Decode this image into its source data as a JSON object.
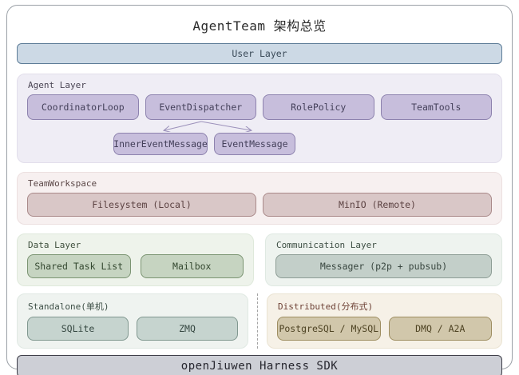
{
  "title": "AgentTeam 架构总览",
  "user_layer": {
    "label": "User Layer"
  },
  "agent_layer": {
    "label": "Agent Layer",
    "components": [
      "CoordinatorLoop",
      "EventDispatcher",
      "RolePolicy",
      "TeamTools"
    ],
    "messages": [
      "InnerEventMessage",
      "EventMessage"
    ]
  },
  "team_workspace": {
    "label": "TeamWorkspace",
    "components": [
      "Filesystem (Local)",
      "MinIO (Remote)"
    ]
  },
  "data_layer": {
    "label": "Data Layer",
    "components": [
      "Shared Task List",
      "Mailbox"
    ]
  },
  "communication_layer": {
    "label": "Communication Layer",
    "components": [
      "Messager (p2p + pubsub)"
    ]
  },
  "standalone": {
    "label": "Standalone(单机)",
    "components": [
      "SQLite",
      "ZMQ"
    ]
  },
  "distributed": {
    "label": "Distributed(分布式)",
    "components": [
      "PostgreSQL / MySQL",
      "DMQ / A2A"
    ]
  },
  "sdk_bar": {
    "label": "openJiuwen Harness SDK"
  },
  "colors": {
    "user_layer_fill": "#ccd9e5",
    "user_layer_border": "#5e7d98",
    "agent_fill": "#c7bedc",
    "agent_border": "#8d82ae",
    "workspace_fill": "#d9c7c7",
    "workspace_border": "#aa8a8a",
    "data_fill": "#c6d4c1",
    "data_border": "#7b9472",
    "comm_fill": "#c3cfc9",
    "standalone_fill": "#c6d4cf",
    "distributed_fill": "#d1c7ab",
    "distributed_border": "#9e8e61",
    "sdk_fill": "#cdcfd6",
    "sdk_border": "#3d3d47",
    "arrow": "#9b90ba"
  }
}
